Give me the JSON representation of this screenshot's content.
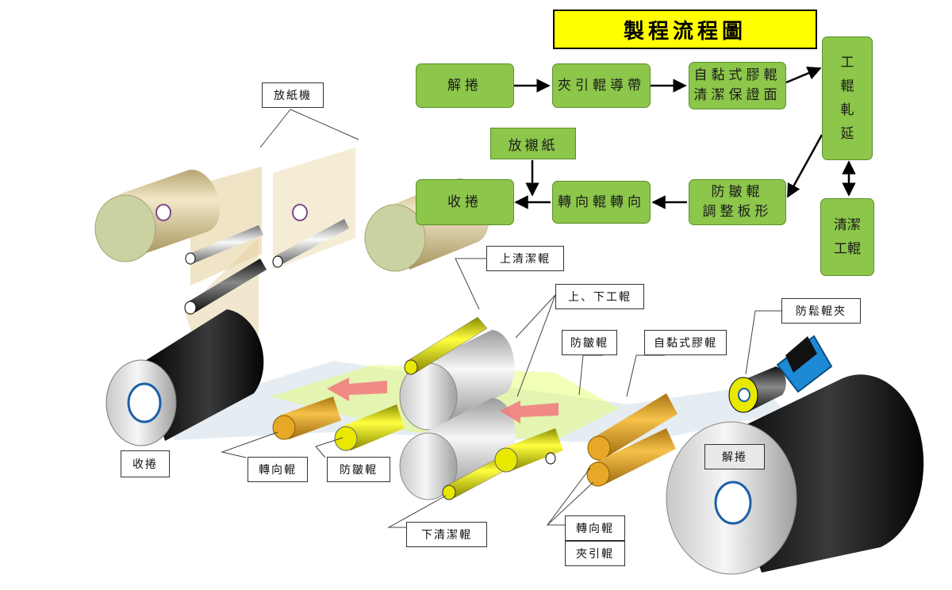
{
  "title": "製程流程圖",
  "flow": {
    "unwind": "解捲",
    "nip_belt": "夾引輥導帶",
    "adhesive_clean": "自黏式膠輥\n清潔保證面",
    "work_roll_rolling": "工\n輥\n軋\n延",
    "clean_work_roll": "清潔\n工輥",
    "anti_wrinkle_shape": "防皺輥\n調整板形",
    "turn_roll": "轉向輥轉向",
    "rewind": "收捲",
    "liner_paper": "放襯紙"
  },
  "labels": {
    "paper_unwinder": "放紙機",
    "upper_clean_roll": "上清潔輥",
    "upper_lower_work_roll": "上、下工輥",
    "anti_wrinkle_roll_right": "防皺輥",
    "adhesive_roll": "自黏式膠輥",
    "anti_loose_clamp": "防鬆輥夾",
    "unwind": "解捲",
    "rewind": "收捲",
    "turn_roll_left": "轉向輥",
    "anti_wrinkle_roll_left": "防皺輥",
    "lower_clean_roll": "下清潔輥",
    "turn_roll_right": "轉向輥",
    "nip_roll": "夾引輥"
  },
  "colors": {
    "step_fill": "#8cc64a",
    "title_fill": "#ffff00",
    "tan_roll": "#d9c898",
    "yellow_roll": "#e8e800",
    "orange_roll": "#e6a826",
    "silver_roll": "#d9d9d9",
    "arrow_pink": "#f08080",
    "clamp_blue": "#1e8ad6"
  }
}
